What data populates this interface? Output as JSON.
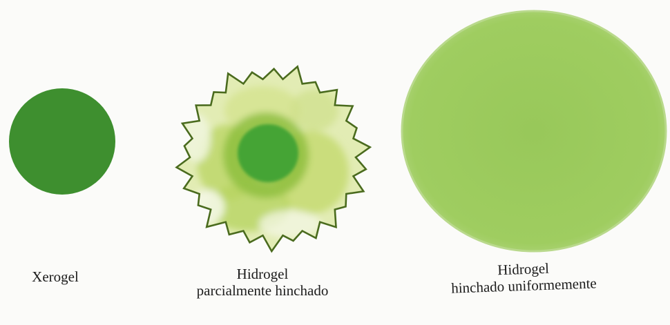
{
  "figure": {
    "xerogel": {
      "label": "Xerogel",
      "color": "#3e8f2f"
    },
    "partial": {
      "label_line1": "Hidrogel",
      "label_line2": "parcialmente hinchado",
      "core_color": "#45a436",
      "mid_color": "#9cc64a",
      "outer_color": "#e2ecb4",
      "edge_color": "#4a6b1e"
    },
    "uniform": {
      "label_line1": "Hidrogel",
      "label_line2": "hinchado uniformemente",
      "color": "#9ccc5e",
      "edge_color": "#b9d98c"
    }
  }
}
